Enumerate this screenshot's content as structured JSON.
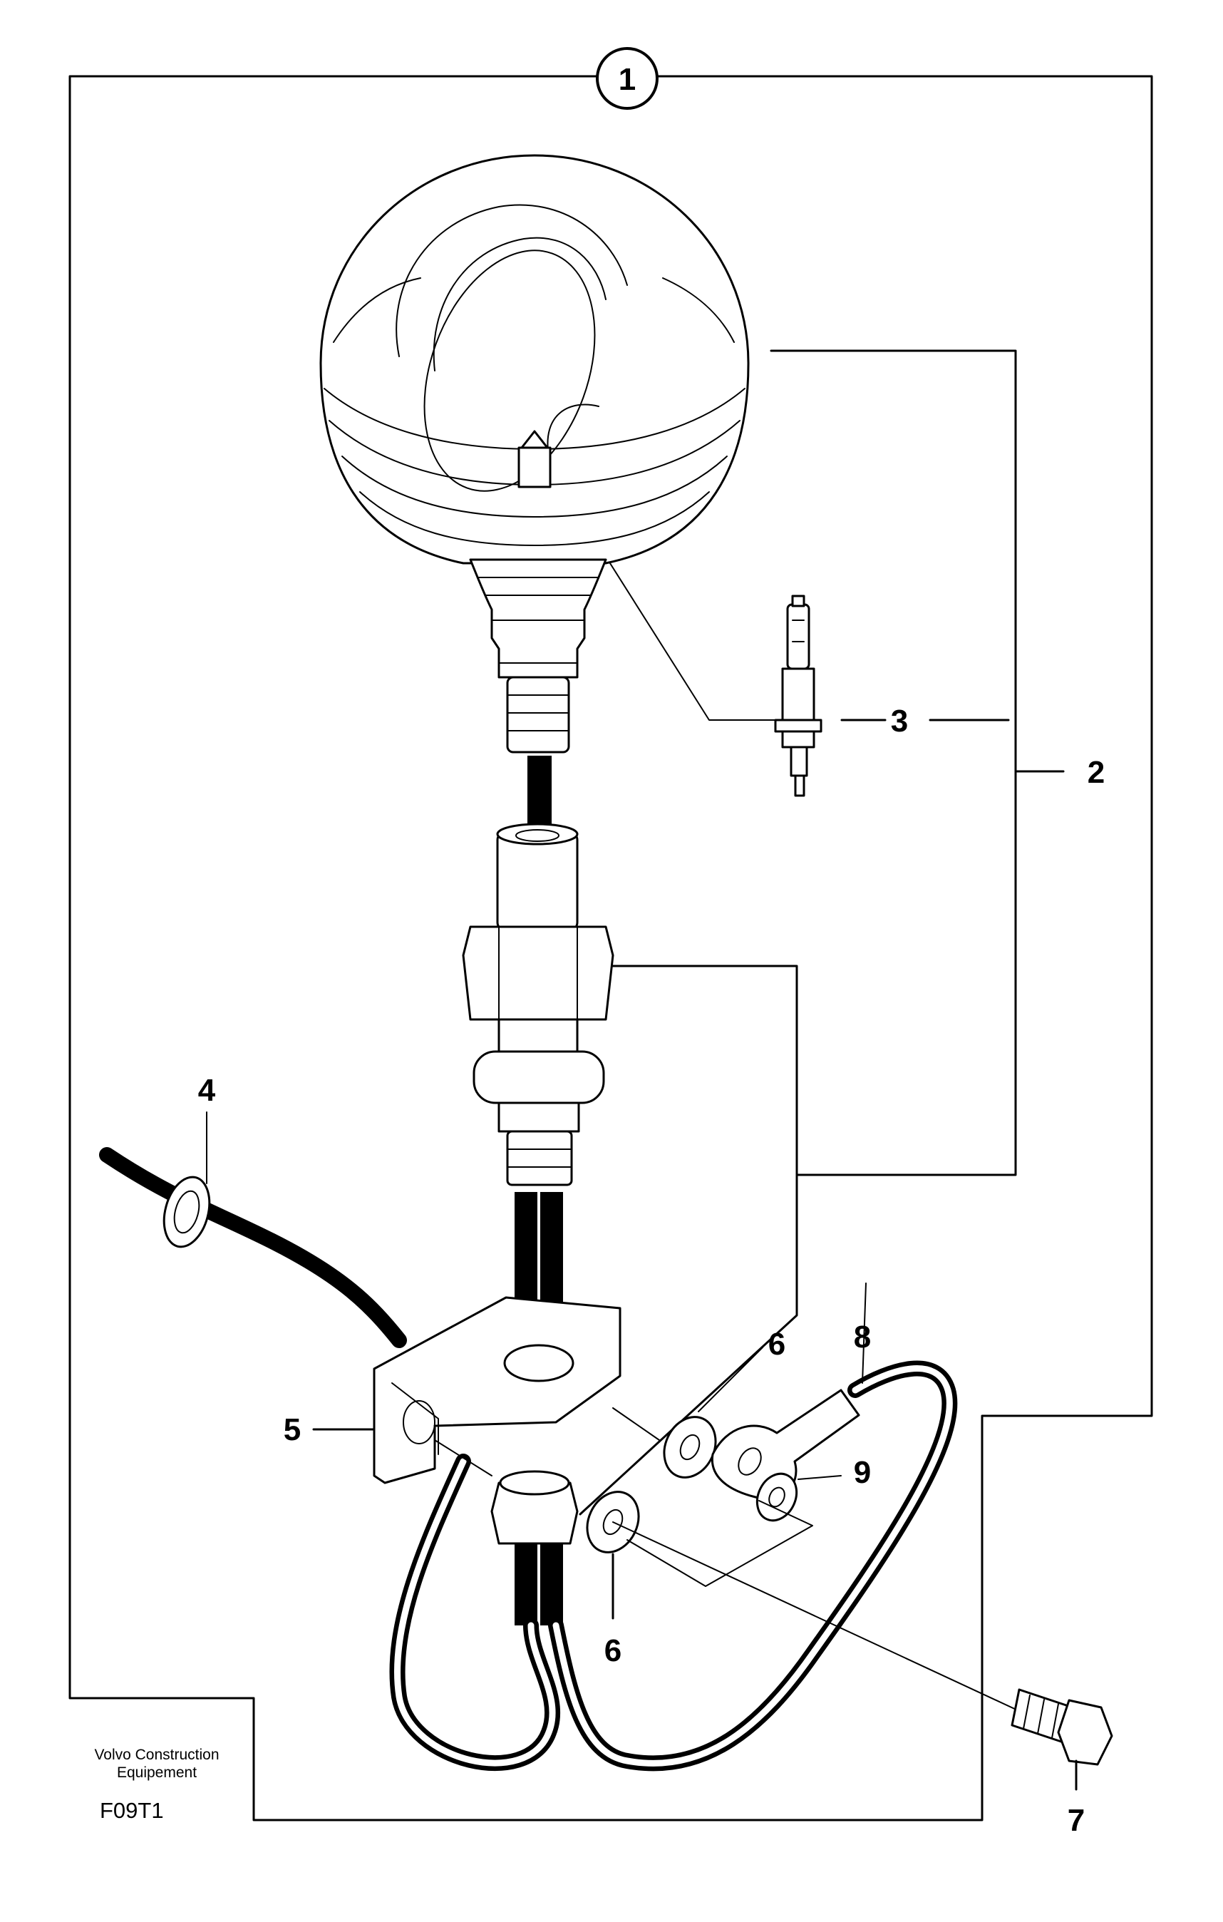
{
  "callouts": {
    "c1": "1",
    "c2": "2",
    "c3": "3",
    "c4": "4",
    "c5": "5",
    "c6a": "6",
    "c6b": "6",
    "c7": "7",
    "c8": "8",
    "c9": "9"
  },
  "footer": {
    "brand_line1": "Volvo Construction",
    "brand_line2": "Equipement",
    "code": "F09T1"
  }
}
